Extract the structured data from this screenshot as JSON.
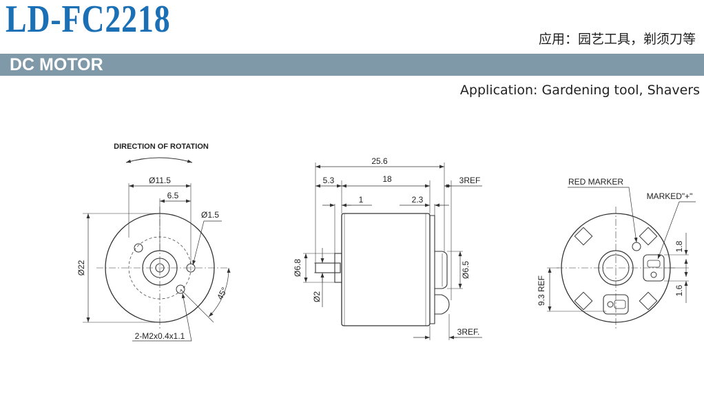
{
  "header": {
    "model": "LD-FC2218",
    "application_cn": "应用：园艺工具，剃须刀等",
    "section_title": "DC MOTOR",
    "application_en": "Application: Gardening tool, Shavers"
  },
  "colors": {
    "model": "#1a6fb5",
    "band": "#7f99a8",
    "line": "#333333"
  },
  "front_view": {
    "direction_label": "DIRECTION OF ROTATION",
    "dia_bolt_circle": "Ø11.5",
    "offset": "6.5",
    "dia_hole": "Ø1.5",
    "dia_body": "Ø22",
    "angle": "45°",
    "screw": "2-M2x0.4x1.1"
  },
  "side_view": {
    "length_total": "25.6",
    "length_body": "18",
    "shaft_length": "5.3",
    "ref_top": "3REF",
    "boss": "1",
    "cap": "2.3",
    "dia_boss": "Ø6.8",
    "dia_shaft": "Ø2",
    "dia_rear": "Ø6.5",
    "ref_bottom": "3REF."
  },
  "rear_view": {
    "red_marker": "RED MARKER",
    "marked_plus": "MARKED\"+\"",
    "dim_right_top": "1.8",
    "dim_right_bottom": "1.6",
    "dim_left": "9.3 REF"
  }
}
